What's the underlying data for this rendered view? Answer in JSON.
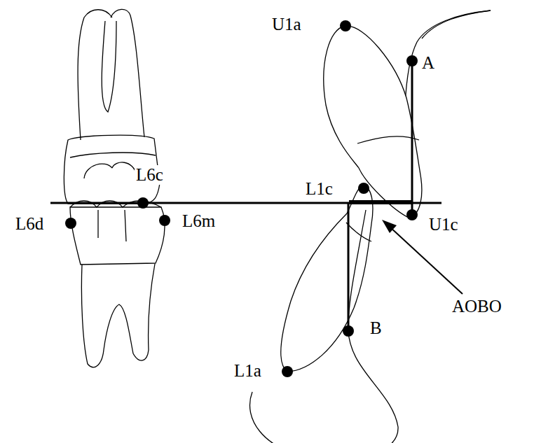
{
  "diagram": {
    "labels": [
      "U1a",
      "A",
      "L6c",
      "L1c",
      "L6d",
      "L6m",
      "U1c",
      "AOBO",
      "B",
      "L1a"
    ]
  }
}
